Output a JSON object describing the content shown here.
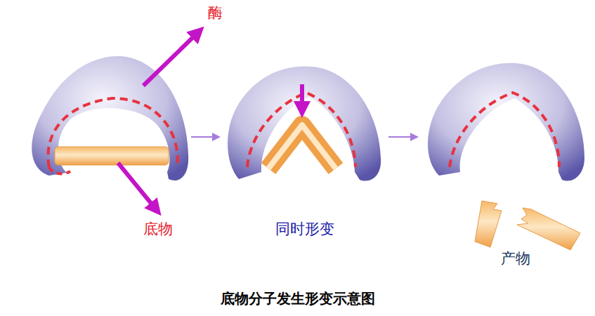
{
  "diagram": {
    "caption": "底物分子发生形变示意图",
    "labels": [
      "酶",
      "底物",
      "同时形变",
      "产物"
    ]
  }
}
